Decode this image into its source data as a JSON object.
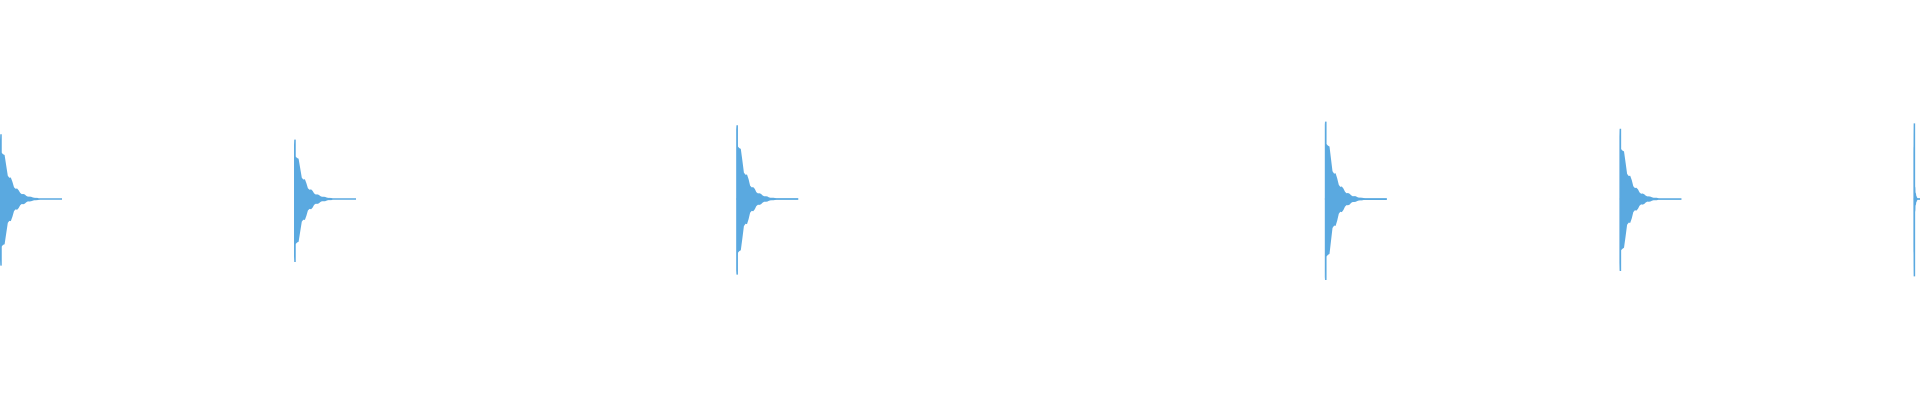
{
  "waveform": {
    "color": "#5aa9e0",
    "background": "#ffffff",
    "amplitude_range": [
      -1,
      1
    ],
    "duration_seconds": 32,
    "hits": [
      {
        "time": 0.0,
        "peak_top": 0.72,
        "peak_bottom": 0.74,
        "decay": 0.55
      },
      {
        "time": 4.9,
        "peak_top": 0.66,
        "peak_bottom": 0.7,
        "decay": 0.5
      },
      {
        "time": 12.27,
        "peak_top": 0.82,
        "peak_bottom": 0.84,
        "decay": 0.55
      },
      {
        "time": 22.08,
        "peak_top": 0.86,
        "peak_bottom": 0.9,
        "decay": 0.55
      },
      {
        "time": 26.99,
        "peak_top": 0.78,
        "peak_bottom": 0.8,
        "decay": 0.5
      },
      {
        "time": 31.89,
        "peak_top": 0.84,
        "peak_bottom": 0.86,
        "decay": 0.1
      }
    ]
  }
}
